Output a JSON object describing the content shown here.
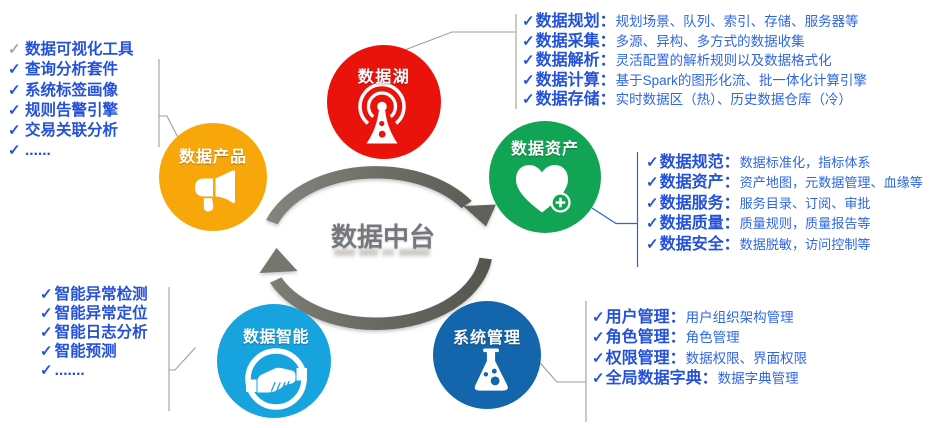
{
  "glyphs": {
    "check": "✓"
  },
  "center": {
    "title": "数据中台"
  },
  "nodes": {
    "lake": {
      "label": "数据湖",
      "color": "#e9130c"
    },
    "products": {
      "label": "数据产品",
      "color": "#f8a70b"
    },
    "assets": {
      "label": "数据资产",
      "color": "#12a455"
    },
    "intelligence": {
      "label": "数据智能",
      "color": "#17a3de"
    },
    "system": {
      "label": "系统管理",
      "color": "#1365ac"
    }
  },
  "lists": {
    "products": {
      "items": [
        "数据可视化工具",
        "查询分析套件",
        "系统标签画像",
        "规则告警引擎",
        "交易关联分析",
        "......"
      ]
    },
    "lake": {
      "items": [
        {
          "term": "数据规划：",
          "desc": "规划场景、队列、索引、存储、服务器等"
        },
        {
          "term": "数据采集：",
          "desc": "多源、异构、多方式的数据收集"
        },
        {
          "term": "数据解析：",
          "desc": "灵活配置的解析规则以及数据格式化"
        },
        {
          "term": "数据计算：",
          "desc": "基于Spark的图形化流、批一体化计算引擎"
        },
        {
          "term": "数据存储：",
          "desc": "实时数据区（热）、历史数据仓库（冷）"
        }
      ]
    },
    "assets": {
      "items": [
        {
          "term": "数据规范：",
          "desc": "数据标准化，指标体系"
        },
        {
          "term": "数据资产：",
          "desc": "资产地图，元数据管理、血缘等"
        },
        {
          "term": "数据服务：",
          "desc": "服务目录、订阅、审批"
        },
        {
          "term": "数据质量：",
          "desc": "质量规则，质量报告等"
        },
        {
          "term": "数据安全：",
          "desc": "数据脱敏，访问控制等"
        }
      ]
    },
    "intelligence": {
      "items": [
        "智能异常检测",
        "智能异常定位",
        "智能日志分析",
        "智能预测",
        "......."
      ]
    },
    "system": {
      "items": [
        {
          "term": "用户管理：",
          "desc": "用户组织架构管理"
        },
        {
          "term": "角色管理：",
          "desc": "角色管理"
        },
        {
          "term": "权限管理：",
          "desc": "数据权限、界面权限"
        },
        {
          "term": "全局数据字典：",
          "desc": "数据字典管理"
        }
      ]
    }
  },
  "colors": {
    "ring_gray": "#6e6f66",
    "list_term_blue": "#2350dc",
    "list_desc_blue": "#2e66e6",
    "check_blue": "#2356de",
    "check_gray": "#a9a9a9",
    "connector_gray": "#9e9e9e",
    "connector_blue": "#2b62de",
    "center_title_gray": "#77787b"
  }
}
